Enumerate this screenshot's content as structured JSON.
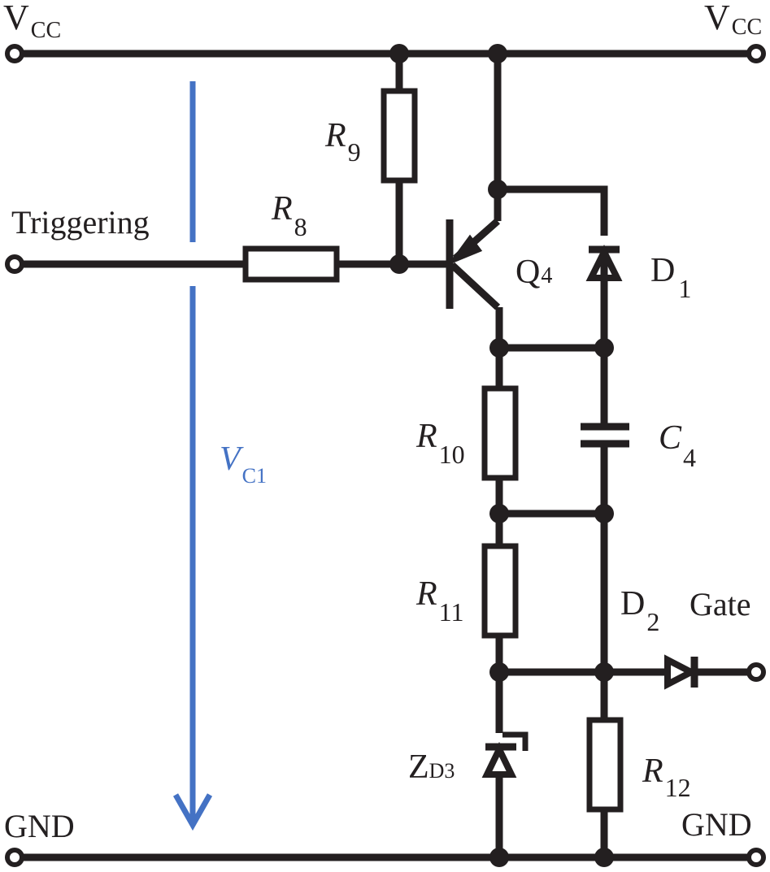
{
  "diagram": {
    "type": "circuit-schematic",
    "colors": {
      "wire": "#231f20",
      "voltage_arrow": "#4472c4"
    },
    "labels": {
      "vcc_left": {
        "main": "V",
        "sub": "CC"
      },
      "vcc_right": {
        "main": "V",
        "sub": "CC"
      },
      "triggering": "Triggering",
      "gnd_left": "GND",
      "gnd_right": "GND",
      "gate": "Gate",
      "vc1": {
        "main": "V",
        "sub": "C1"
      }
    },
    "components": [
      {
        "id": "R8",
        "type": "resistor",
        "main": "R",
        "sub": "8"
      },
      {
        "id": "R9",
        "type": "resistor",
        "main": "R",
        "sub": "9"
      },
      {
        "id": "R10",
        "type": "resistor",
        "main": "R",
        "sub": "10"
      },
      {
        "id": "R11",
        "type": "resistor",
        "main": "R",
        "sub": "11"
      },
      {
        "id": "R12",
        "type": "resistor",
        "main": "R",
        "sub": "12"
      },
      {
        "id": "C4",
        "type": "capacitor",
        "main": "C",
        "sub": "4"
      },
      {
        "id": "Q4",
        "type": "pnp-transistor",
        "main": "Q",
        "sub": "4"
      },
      {
        "id": "D1",
        "type": "diode",
        "main": "D",
        "sub": "1"
      },
      {
        "id": "D2",
        "type": "diode",
        "main": "D",
        "sub": "2"
      },
      {
        "id": "ZD3",
        "type": "zener-diode",
        "main": "Z",
        "sub": "D3"
      }
    ]
  }
}
